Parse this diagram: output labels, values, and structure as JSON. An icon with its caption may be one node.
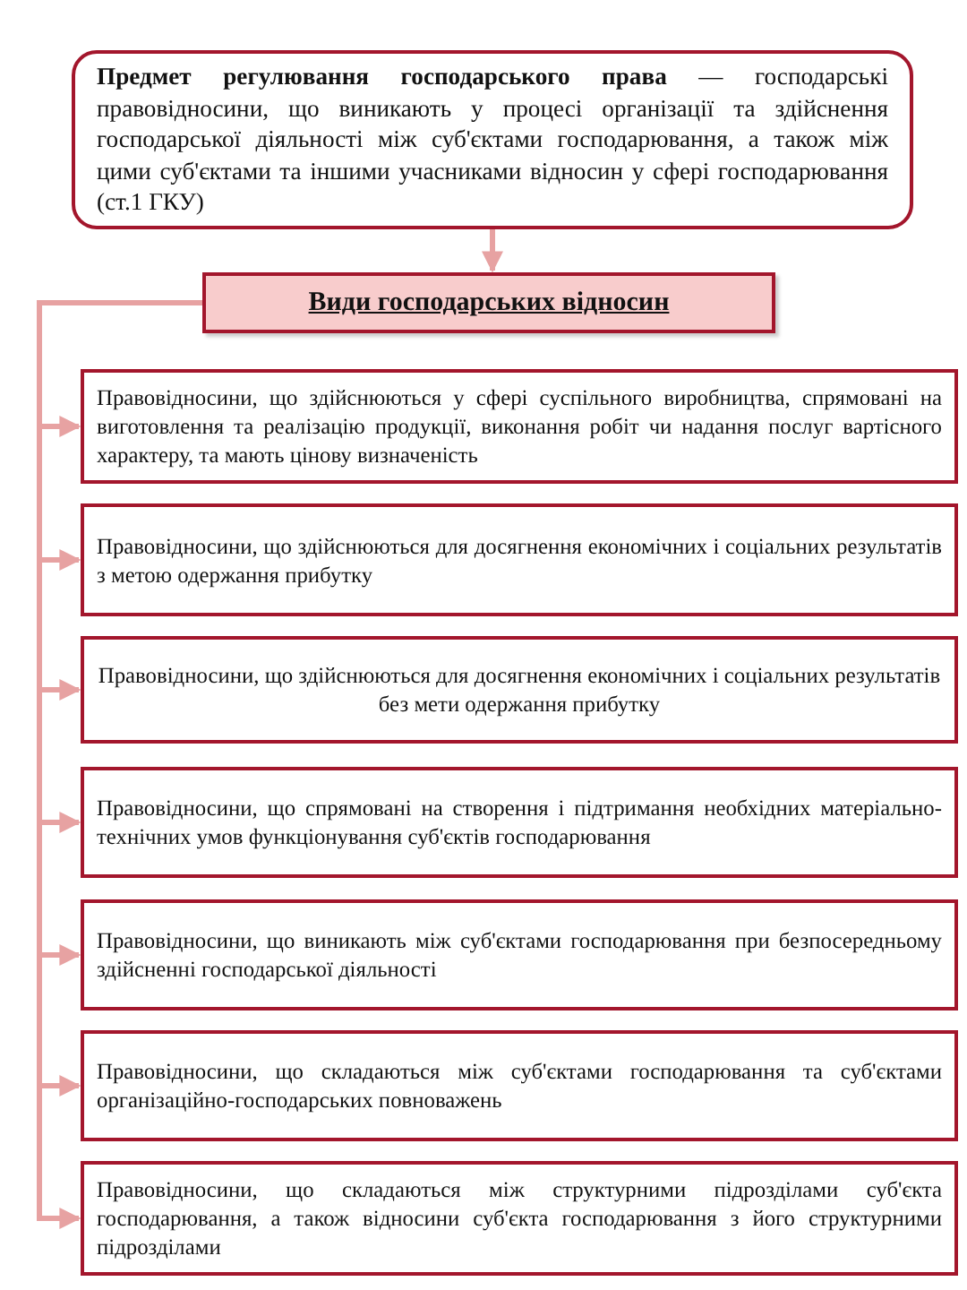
{
  "diagram": {
    "nodes": [
      {
        "text": [
          "**Предмет регулювання господарського права** — господарські правовідносини, що виникають у процесі організації та здійснення господарської діяльності між суб'єктами господарювання, а також між цими суб'єктами та іншими учасниками відносин у сфері господарювання (ст.1 ГКУ)"
        ]
      },
      {
        "text": [
          "Види господарських відносин"
        ]
      },
      {
        "text": [
          "Правовідносини, що здійснюються у сфері суспільного виробництва, спрямовані на виготовлення та реалізацію продукції, виконання робіт чи надання послуг вартісного характеру, та мають цінову визначеність"
        ]
      },
      {
        "text": [
          "Правовідносини, що здійснюються для досягнення економічних і соціальних результатів з метою одержання прибутку"
        ]
      },
      {
        "text": [
          "Правовідносини, що здійснюються для досягнення економічних і соціальних результатів без мети одержання прибутку"
        ]
      },
      {
        "text": [
          "Правовідносини, що спрямовані на створення і підтримання необхідних матеріально-технічних умов функціонування суб'єктів господарювання"
        ]
      },
      {
        "text": [
          "Правовідносини, що виникають між суб'єктами господарювання при безпосередньому здійсненні господарської діяльності"
        ]
      },
      {
        "text": [
          "Правовідносини, що складаються між суб'єктами господарювання та суб'єктами організаційно-господарських повноважень"
        ]
      },
      {
        "text": [
          "Правовідносини, що складаються між структурними підрозділами суб'єкта господарювання, а також відносини суб'єкта господарювання з його структурними підрозділами"
        ]
      }
    ],
    "edges": [
      {
        "from": 0,
        "to": 1,
        "arrow": "to"
      },
      {
        "from": 1,
        "to": 2,
        "arrow": "to"
      },
      {
        "from": 1,
        "to": 3,
        "arrow": "to"
      },
      {
        "from": 1,
        "to": 4,
        "arrow": "to"
      },
      {
        "from": 1,
        "to": 5,
        "arrow": "to"
      },
      {
        "from": 1,
        "to": 6,
        "arrow": "to"
      },
      {
        "from": 1,
        "to": 7,
        "arrow": "to"
      },
      {
        "from": 1,
        "to": 8,
        "arrow": "to"
      }
    ]
  }
}
